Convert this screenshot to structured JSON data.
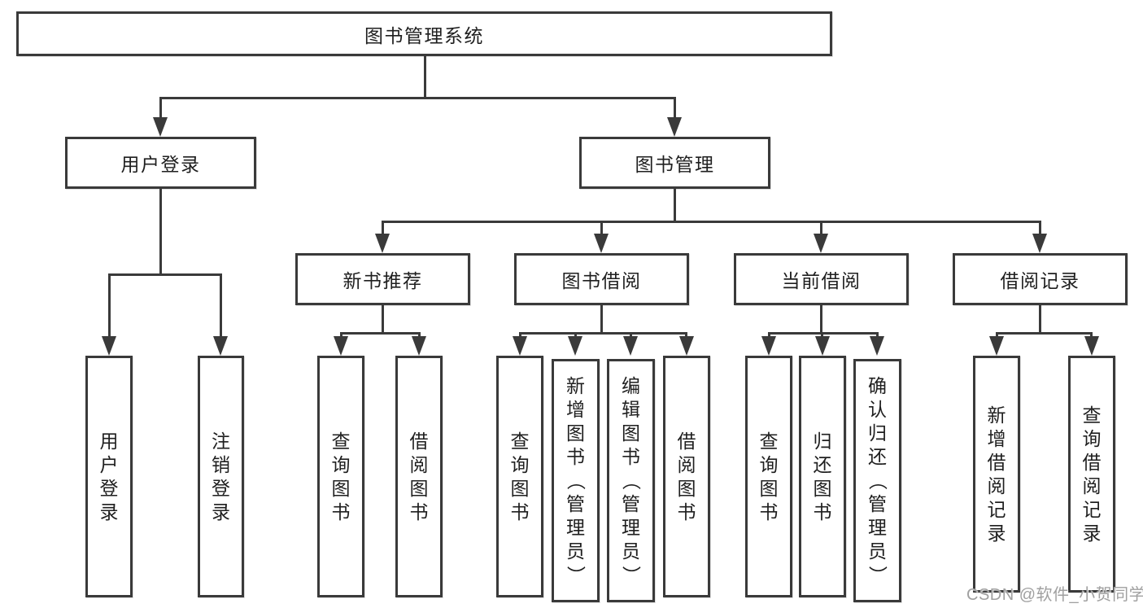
{
  "diagram": {
    "root": {
      "label": "图书管理系统"
    },
    "level2": [
      {
        "label": "用户登录"
      },
      {
        "label": "图书管理"
      }
    ],
    "level3": [
      {
        "label": "新书推荐"
      },
      {
        "label": "图书借阅"
      },
      {
        "label": "当前借阅"
      },
      {
        "label": "借阅记录"
      }
    ],
    "leaves": {
      "user_login": [
        {
          "label": "用户登录"
        },
        {
          "label": "注销登录"
        }
      ],
      "new_book": [
        {
          "label": "查询图书"
        },
        {
          "label": "借阅图书"
        }
      ],
      "book_borrow": [
        {
          "label": "查询图书"
        },
        {
          "label": "新增图书（管理员）"
        },
        {
          "label": "编辑图书（管理员）"
        },
        {
          "label": "借阅图书"
        }
      ],
      "current_borrow": [
        {
          "label": "查询图书"
        },
        {
          "label": "归还图书"
        },
        {
          "label": "确认归还（管理员）"
        }
      ],
      "borrow_records": [
        {
          "label": "新增借阅记录"
        },
        {
          "label": "查询借阅记录"
        }
      ]
    }
  },
  "watermark": {
    "text": "CSDN @软件_小贺同学"
  },
  "colors": {
    "line": "#3a3a3a",
    "text": "#1f1f1f",
    "watermark": "#a0a0a0"
  }
}
